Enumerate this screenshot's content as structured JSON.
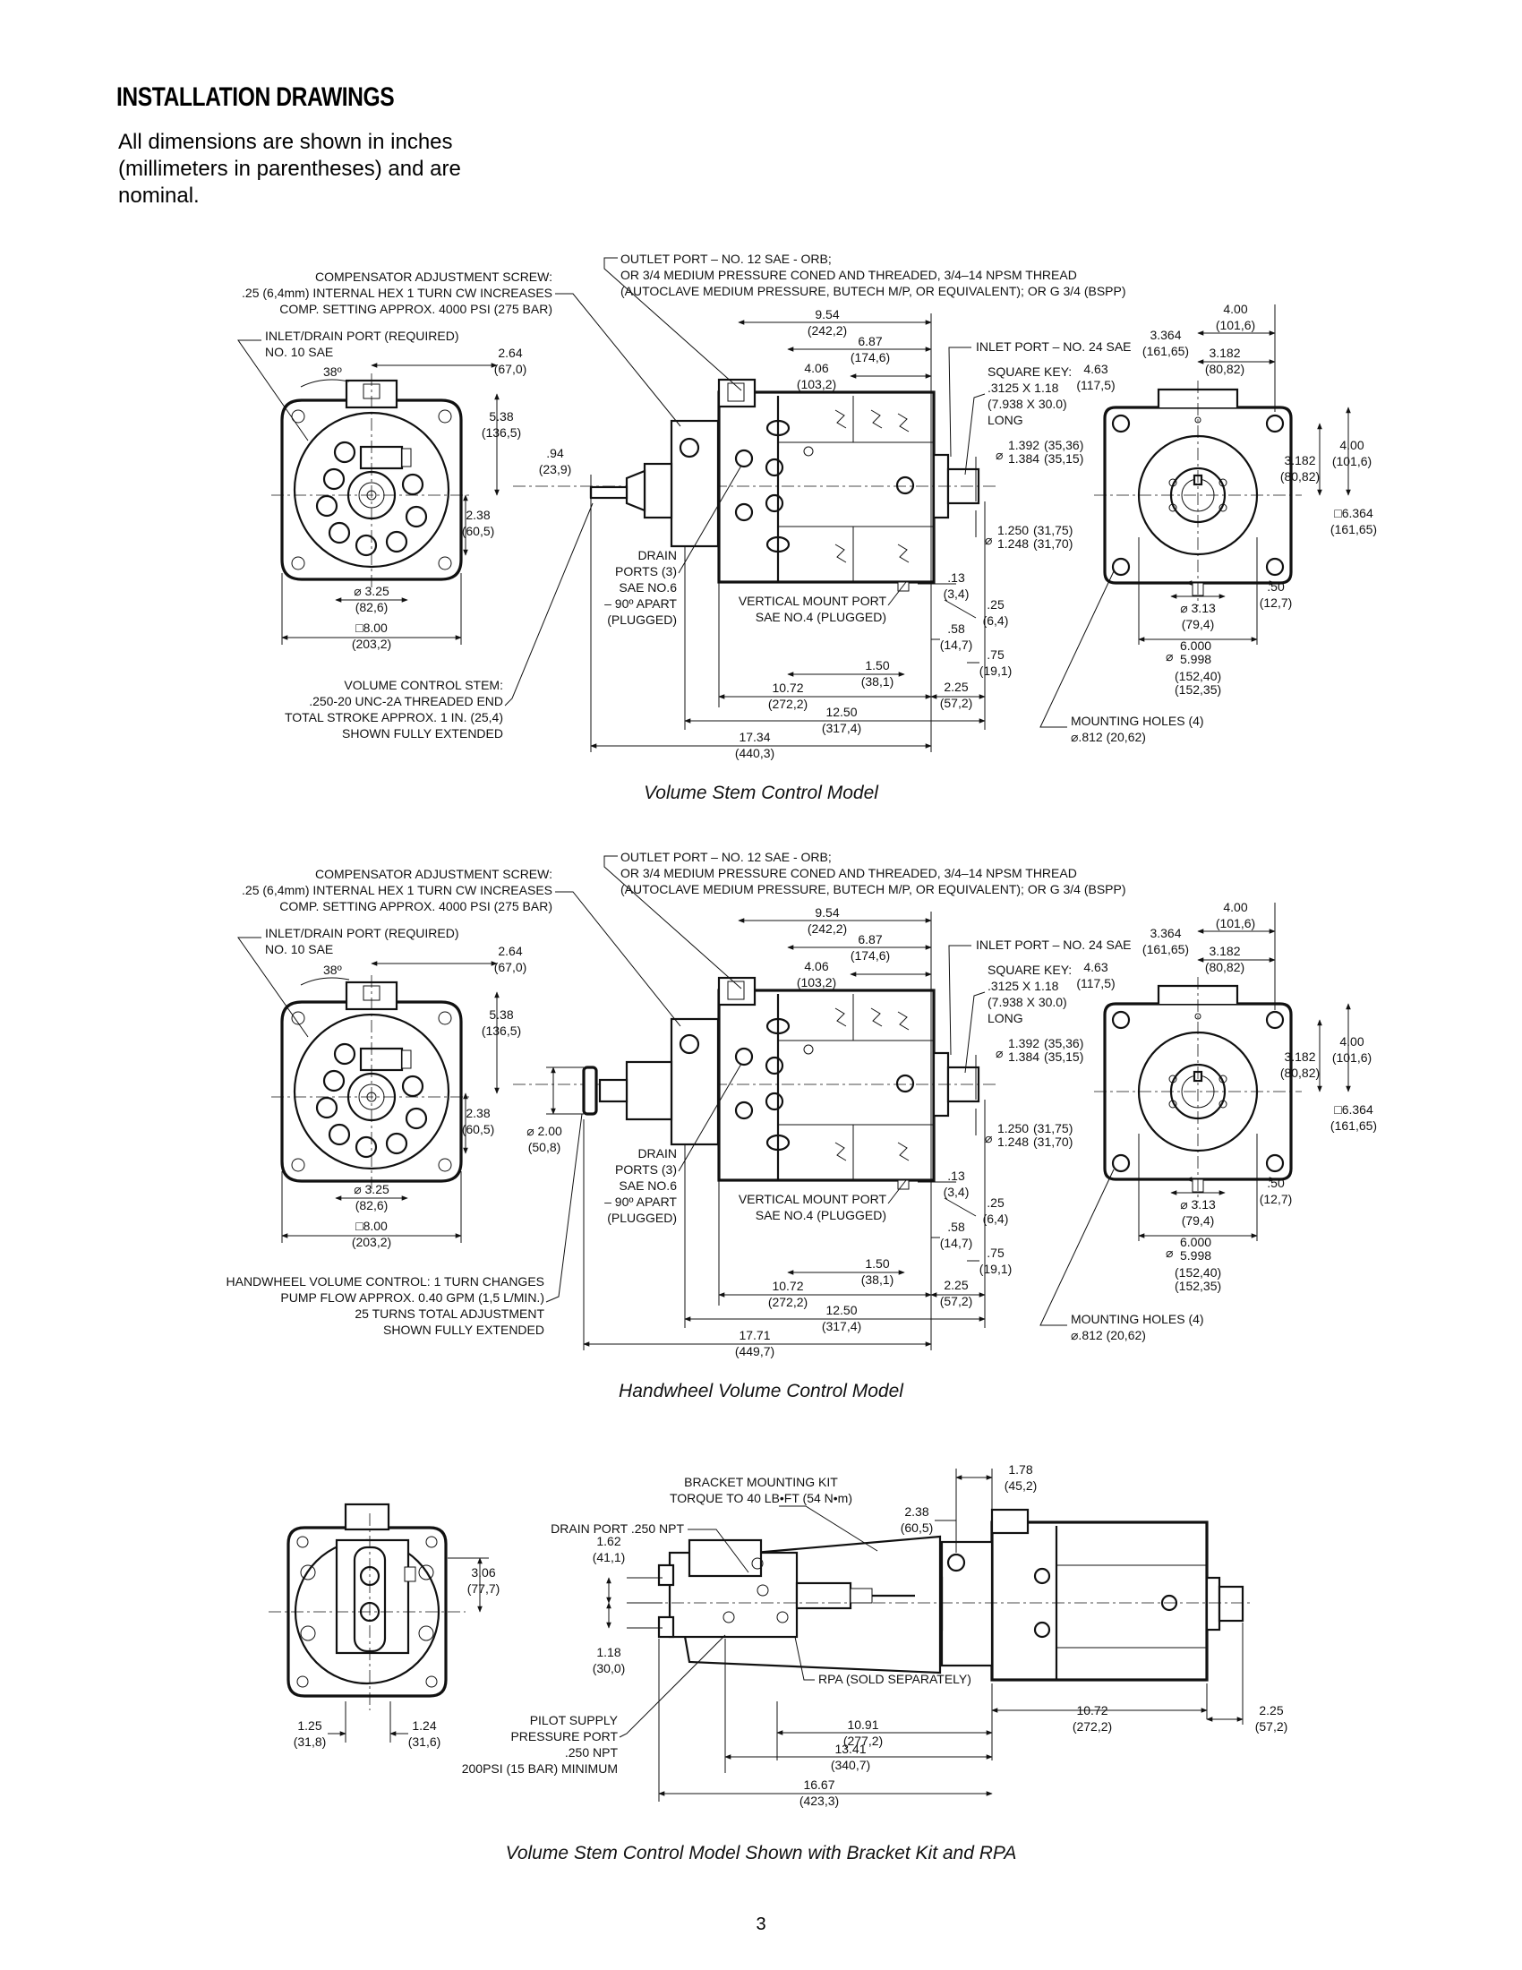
{
  "header": {
    "title": "INSTALLATION DRAWINGS",
    "intro": "All dimensions are shown in inches (millimeters in parentheses) and are nominal."
  },
  "drawing1": {
    "caption": "Volume Stem Control Model",
    "comp_screw": [
      "COMPENSATOR ADJUSTMENT SCREW:",
      ".25 (6,4mm) INTERNAL HEX 1 TURN CW INCREASES",
      "COMP. SETTING APPROX. 4000 PSI (275 BAR)"
    ],
    "inlet_drain": [
      "INLET/DRAIN PORT (REQUIRED)",
      "NO. 10 SAE"
    ],
    "outlet_port": [
      "OUTLET PORT – NO. 12 SAE - ORB;",
      "OR 3/4 MEDIUM PRESSURE CONED AND THREADED, 3/4–14 NPSM THREAD",
      "(AUTOCLAVE MEDIUM PRESSURE, BUTECH M/P, OR EQUIVALENT); OR G 3/4 (BSPP)"
    ],
    "inlet_port": "INLET PORT – NO. 24 SAE",
    "square_key": [
      "SQUARE KEY:",
      ".3125 X 1.18",
      "(7.938 X 30.0)",
      "LONG"
    ],
    "drain_ports": [
      "DRAIN",
      "PORTS (3)",
      "SAE NO.6",
      "– 90º APART",
      "(PLUGGED)"
    ],
    "vertical_port": [
      "VERTICAL MOUNT PORT",
      "SAE NO.4  (PLUGGED)"
    ],
    "stem_note": [
      "VOLUME CONTROL STEM:",
      ".250-20 UNC-2A THREADED END",
      "TOTAL STROKE APPROX. 1 IN. (25,4)",
      "SHOWN FULLY EXTENDED"
    ],
    "mounting_holes": [
      "MOUNTING HOLES (4)",
      "⌀.812 (20,62)"
    ],
    "angle": "38º",
    "dims": {
      "d264": [
        "2.64",
        "(67,0)"
      ],
      "d538": [
        "5.38",
        "(136,5)"
      ],
      "d238": [
        "2.38",
        "(60,5)"
      ],
      "d325": [
        "⌀ 3.25",
        "(82,6)"
      ],
      "d800": [
        "□8.00",
        "(203,2)"
      ],
      "d094": [
        ".94",
        "(23,9)"
      ],
      "d954": [
        "9.54",
        "(242,2)"
      ],
      "d687": [
        "6.87",
        "(174,6)"
      ],
      "d406": [
        "4.06",
        "(103,2)"
      ],
      "d1392": [
        "⌀",
        "1.392",
        "1.384",
        "(35,36)",
        "(35,15)"
      ],
      "d1250": [
        "⌀",
        "1.250",
        "1.248",
        "(31,75)",
        "(31,70)"
      ],
      "d013": [
        ".13",
        "(3,4)"
      ],
      "d025": [
        ".25",
        "(6,4)"
      ],
      "d058": [
        ".58",
        "(14,7)"
      ],
      "d075": [
        ".75",
        "(19,1)"
      ],
      "d150": [
        "1.50",
        "(38,1)"
      ],
      "d225": [
        "2.25",
        "(57,2)"
      ],
      "d1072": [
        "10.72",
        "(272,2)"
      ],
      "d1250b": [
        "12.50",
        "(317,4)"
      ],
      "dtot": [
        "17.34",
        "(440,3)"
      ],
      "d400a": [
        "4.00",
        "(101,6)"
      ],
      "d3364": [
        "3.364",
        "(161,65)"
      ],
      "d3182a": [
        "3.182",
        "(80,82)"
      ],
      "d463": [
        "4.63",
        "(117,5)"
      ],
      "d3182b": [
        "3.182",
        "(80,82)"
      ],
      "d400b": [
        "4.00",
        "(101,6)"
      ],
      "d6364": [
        "□6.364",
        "(161,65)"
      ],
      "d050": [
        ".50",
        "(12,7)"
      ],
      "d313": [
        "⌀ 3.13",
        "(79,4)"
      ],
      "d6000": [
        "⌀",
        "6.000",
        "5.998",
        "(152,40)",
        "(152,35)"
      ]
    }
  },
  "drawing2": {
    "caption": "Handwheel Volume Control Model",
    "handwheel_note": [
      "HANDWHEEL VOLUME CONTROL: 1 TURN CHANGES",
      "PUMP FLOW APPROX. 0.40 GPM (1,5 L/MIN.)",
      "25 TURNS TOTAL ADJUSTMENT",
      "SHOWN FULLY EXTENDED"
    ],
    "d200": [
      "⌀ 2.00",
      "(50,8)"
    ],
    "dtot": [
      "17.71",
      "(449,7)"
    ]
  },
  "drawing3": {
    "caption": "Volume Stem Control Model Shown with Bracket Kit and RPA",
    "bracket": [
      "BRACKET MOUNTING KIT",
      "TORQUE TO 40 LB•FT (54 N•m)"
    ],
    "drain_port": "DRAIN PORT .250 NPT",
    "rpa": "RPA (SOLD SEPARATELY)",
    "pilot": [
      "PILOT SUPPLY",
      "PRESSURE PORT",
      ".250 NPT",
      "200PSI (15 BAR) MINIMUM"
    ],
    "dims": {
      "d306": [
        "3.06",
        "(77,7)"
      ],
      "d125": [
        "1.25",
        "(31,8)"
      ],
      "d124": [
        "1.24",
        "(31,6)"
      ],
      "d162": [
        "1.62",
        "(41,1)"
      ],
      "d118": [
        "1.18",
        "(30,0)"
      ],
      "d178": [
        "1.78",
        "(45,2)"
      ],
      "d238": [
        "2.38",
        "(60,5)"
      ],
      "d1091": [
        "10.91",
        "(277,2)"
      ],
      "d1341": [
        "13.41",
        "(340,7)"
      ],
      "d1667": [
        "16.67",
        "(423,3)"
      ],
      "d1072": [
        "10.72",
        "(272,2)"
      ],
      "d225": [
        "2.25",
        "(57,2)"
      ]
    }
  },
  "footer": {
    "page_number": "3"
  }
}
